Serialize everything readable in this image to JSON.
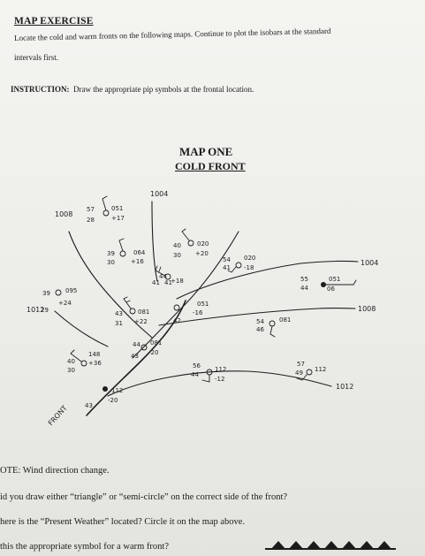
{
  "header": {
    "heading": "MAP EXERCISE",
    "instruction_line1": "Locate the cold and warm fronts on the following maps. Continue to plot the isobars at the standard",
    "instruction_line2": "intervals first.",
    "instruction_label": "INSTRUCTION:",
    "instruction_text": "Draw the appropriate pip symbols at the frontal location."
  },
  "map": {
    "title": "MAP ONE",
    "subtitle": "COLD FRONT",
    "isobars": [
      "1004",
      "1008",
      "1012",
      "1004",
      "1008",
      "1012"
    ],
    "front_label": "FRONT",
    "stations": [
      {
        "id": "s1",
        "temp": "57",
        "dew": "28",
        "pressure": "051",
        "tendency": "+17"
      },
      {
        "id": "s2",
        "temp": "39",
        "dew": "30",
        "pressure": "064",
        "tendency": "+16"
      },
      {
        "id": "s3",
        "temp": "40",
        "dew": "30",
        "pressure": "020",
        "tendency": "+20"
      },
      {
        "id": "s4",
        "temp": "54",
        "dew": "41",
        "pressure": "020",
        "tendency": "-18"
      },
      {
        "id": "s5",
        "temp": "39",
        "dew": "29",
        "pressure": "095",
        "tendency": "+24"
      },
      {
        "id": "s6",
        "temp": "44",
        "dew": "41",
        "pressure": "",
        "tendency": "+18"
      },
      {
        "id": "s7",
        "temp": "43",
        "dew": "31",
        "pressure": "081",
        "tendency": "+22"
      },
      {
        "id": "s8",
        "temp": "",
        "dew": "42",
        "pressure": "051",
        "tendency": "-16"
      },
      {
        "id": "s9",
        "temp": "55",
        "dew": "44",
        "pressure": "051",
        "tendency": "06"
      },
      {
        "id": "s10",
        "temp": "54",
        "dew": "46",
        "pressure": "081",
        "tendency": ""
      },
      {
        "id": "s11",
        "temp": "44",
        "dew": "43",
        "pressure": "081",
        "tendency": "-20"
      },
      {
        "id": "s12",
        "temp": "40",
        "dew": "30",
        "pressure": "148",
        "tendency": "+36"
      },
      {
        "id": "s13",
        "temp": "56",
        "dew": "44",
        "pressure": "112",
        "tendency": "-12"
      },
      {
        "id": "s14",
        "temp": "57",
        "dew": "49",
        "pressure": "112",
        "tendency": ""
      },
      {
        "id": "s15",
        "temp": "43",
        "dew": "",
        "pressure": "112",
        "tendency": "-20"
      },
      {
        "id": "s16",
        "temp": "41",
        "dew": "",
        "pressure": "",
        "tendency": ""
      }
    ]
  },
  "questions": {
    "q1": "OTE: Wind direction change.",
    "q2": "id you draw either “triangle” or “semi-circle” on the correct side of the front?",
    "q3": "here is the “Present Weather” located? Circle it on the map above.",
    "q4": "this the appropriate symbol for a warm front?"
  },
  "colors": {
    "ink": "#1b1b1b",
    "paper": "#f2f2ef"
  }
}
